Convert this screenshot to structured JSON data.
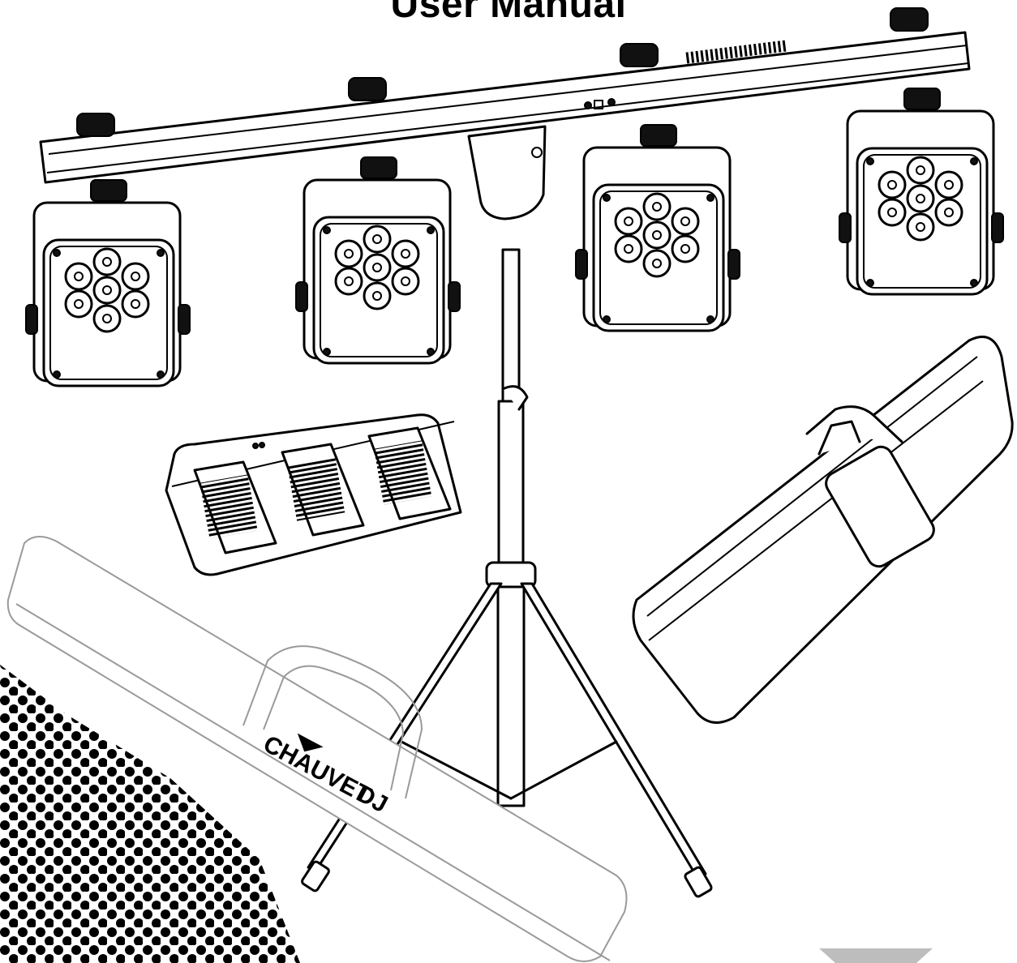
{
  "page": {
    "title": "User Manual"
  },
  "bag": {
    "brand_text": "CHAUVET",
    "brand_suffix": "DJ"
  },
  "colors": {
    "ink": "#000000",
    "paper": "#ffffff",
    "bag_outline": "#9a9a9a"
  },
  "icons": [
    "halftone-dots-decoration",
    "light-bar-fixture",
    "footswitch-controller",
    "tripod-stand",
    "soft-carry-bag",
    "hard-carry-case"
  ]
}
